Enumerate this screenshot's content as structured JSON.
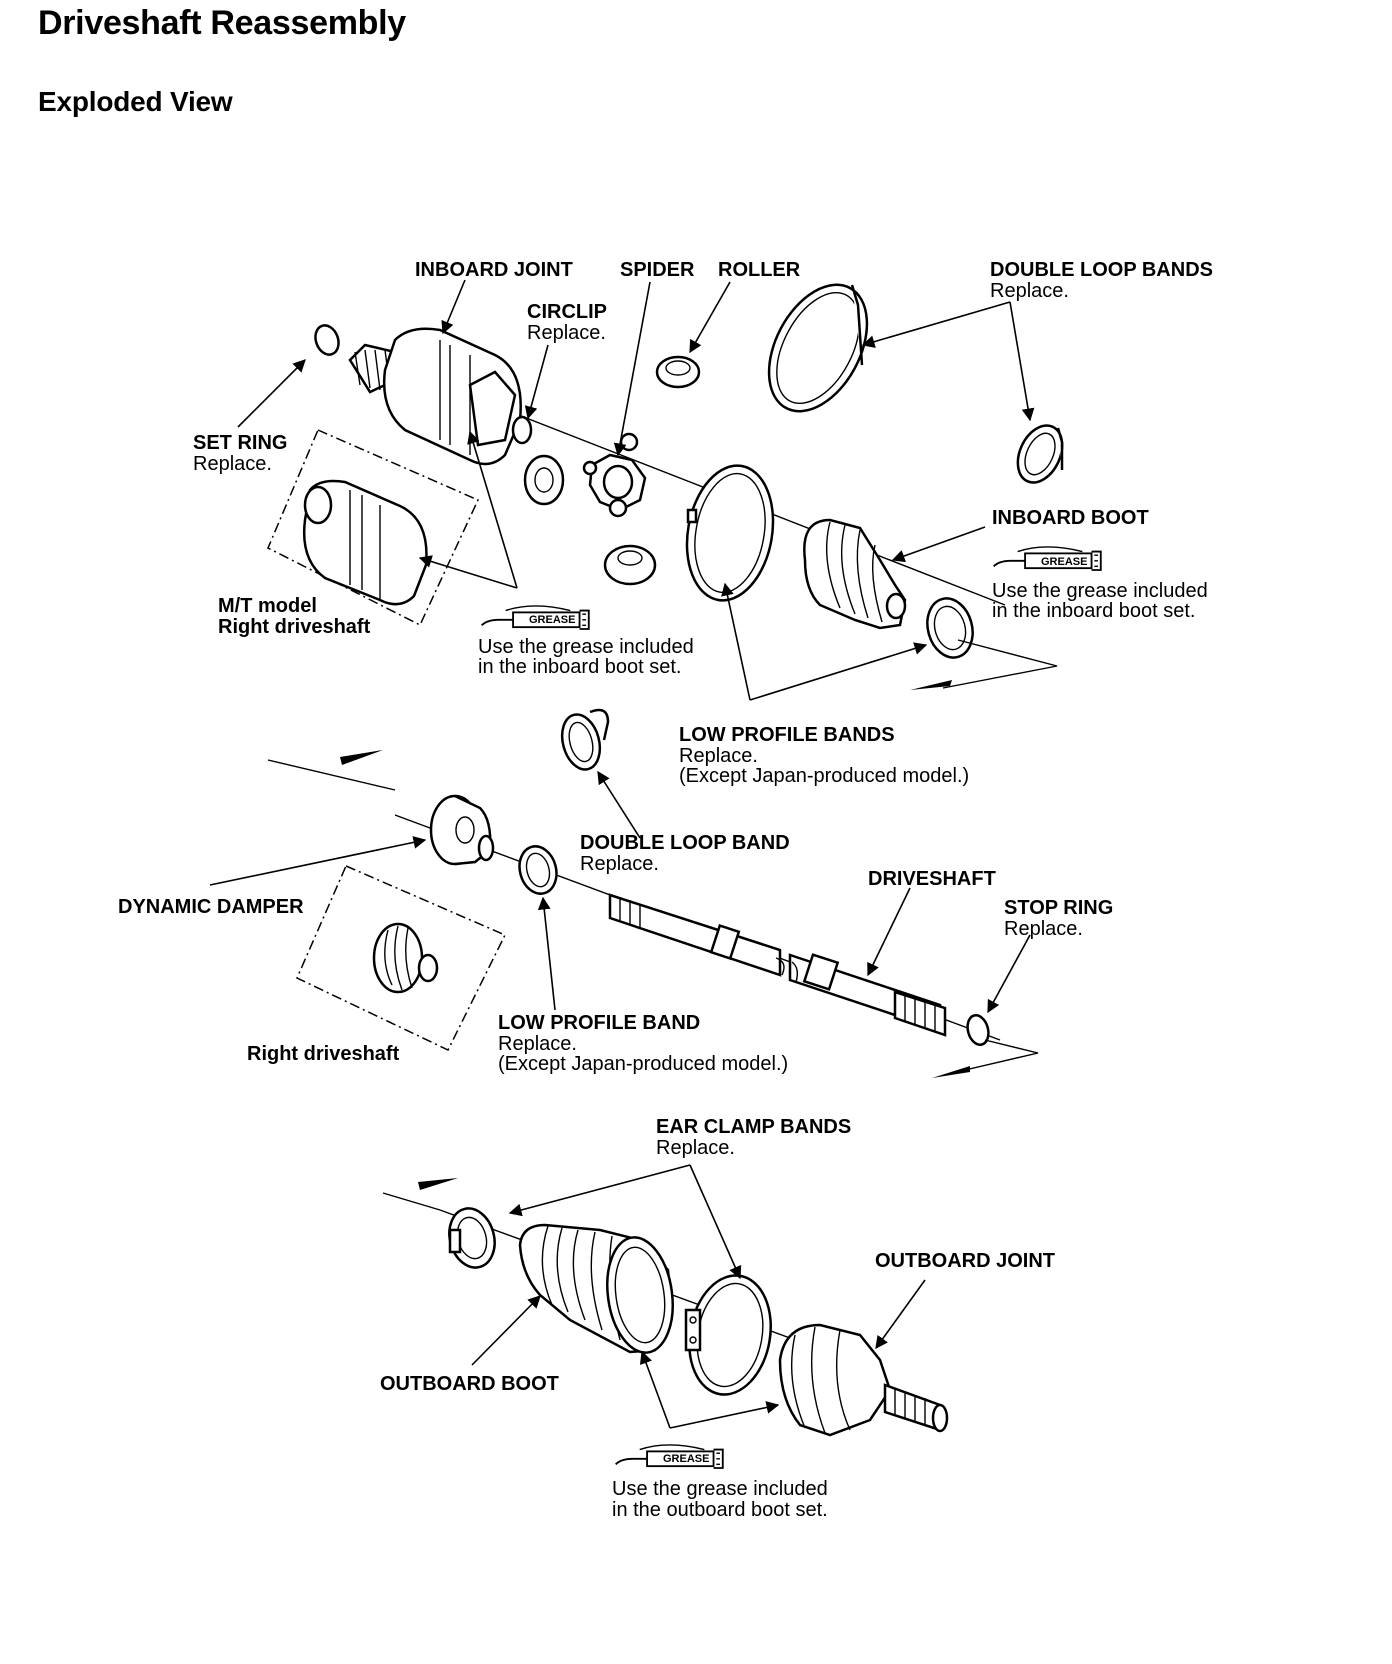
{
  "page": {
    "title": "Driveshaft Reassembly",
    "subtitle": "Exploded View"
  },
  "labels": {
    "inboard_joint": "INBOARD JOINT",
    "spider": "SPIDER",
    "roller": "ROLLER",
    "double_loop_bands": "DOUBLE LOOP BANDS",
    "double_loop_bands_note": "Replace.",
    "circlip": "CIRCLIP",
    "circlip_note": "Replace.",
    "set_ring": "SET RING",
    "set_ring_note": "Replace.",
    "inboard_boot": "INBOARD BOOT",
    "inboard_boot_grease_1": "Use the grease included",
    "inboard_boot_grease_2": "in the inboard boot set.",
    "mt_model_1": "M/T model",
    "mt_model_2": "Right driveshaft",
    "joint_grease_1": "Use the grease included",
    "joint_grease_2": "in the inboard boot set.",
    "low_profile_bands": "LOW PROFILE BANDS",
    "low_profile_bands_note": "Replace.",
    "low_profile_bands_except": "(Except Japan-produced model.)",
    "double_loop_band": "DOUBLE LOOP BAND",
    "double_loop_band_note": "Replace.",
    "driveshaft": "DRIVESHAFT",
    "dynamic_damper": "DYNAMIC DAMPER",
    "stop_ring": "STOP RING",
    "stop_ring_note": "Replace.",
    "right_driveshaft": "Right driveshaft",
    "low_profile_band": "LOW PROFILE BAND",
    "low_profile_band_note": "Replace.",
    "low_profile_band_except": "(Except Japan-produced model.)",
    "ear_clamp_bands": "EAR CLAMP BANDS",
    "ear_clamp_bands_note": "Replace.",
    "outboard_joint": "OUTBOARD JOINT",
    "outboard_boot": "OUTBOARD BOOT",
    "outboard_grease_1": "Use the grease included",
    "outboard_grease_2": "in the outboard boot set.",
    "grease_tag": "GREASE"
  }
}
